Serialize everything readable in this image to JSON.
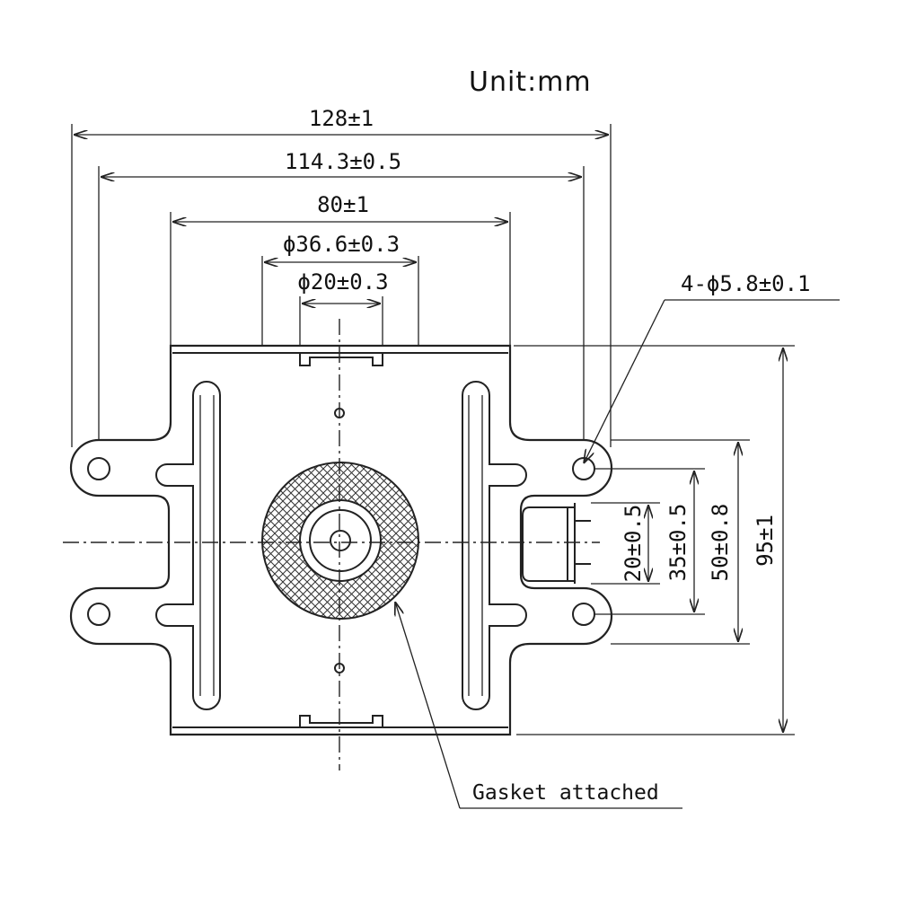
{
  "title": "Unit:mm",
  "dimensions": {
    "overall_width": "128±1",
    "mount_hole_pitch_width": "114.3±0.5",
    "plate_width": "80±1",
    "gasket_diameter": "ϕ36.6±0.3",
    "antenna_diameter": "ϕ20±0.3",
    "mount_holes": "4-ϕ5.8±0.1",
    "filter_width": "20±0.5",
    "filter_pin_spacing": "35±0.5",
    "hole_pitch_height": "50±0.8",
    "overall_height": "95±1"
  },
  "callouts": {
    "gasket": "Gasket attached"
  },
  "colors": {
    "line": "#222222",
    "background": "#ffffff"
  }
}
